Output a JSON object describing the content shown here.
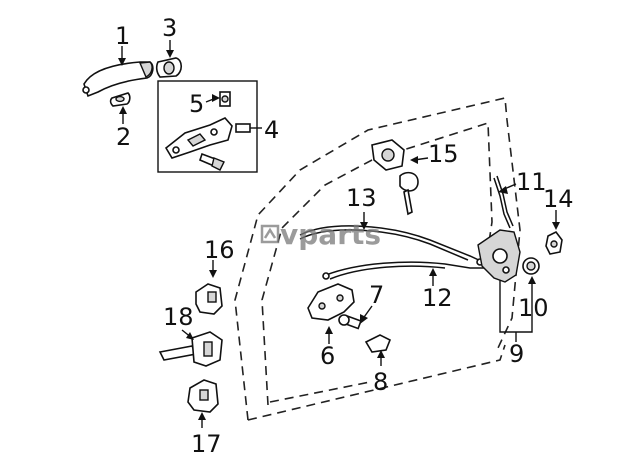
{
  "watermark": {
    "brand": "vparts"
  },
  "callouts": {
    "c1": "1",
    "c2": "2",
    "c3": "3",
    "c4": "4",
    "c5": "5",
    "c6": "6",
    "c7": "7",
    "c8": "8",
    "c9": "9",
    "c10": "10",
    "c11": "11",
    "c12": "12",
    "c13": "13",
    "c14": "14",
    "c15": "15",
    "c16": "16",
    "c17": "17",
    "c18": "18"
  }
}
